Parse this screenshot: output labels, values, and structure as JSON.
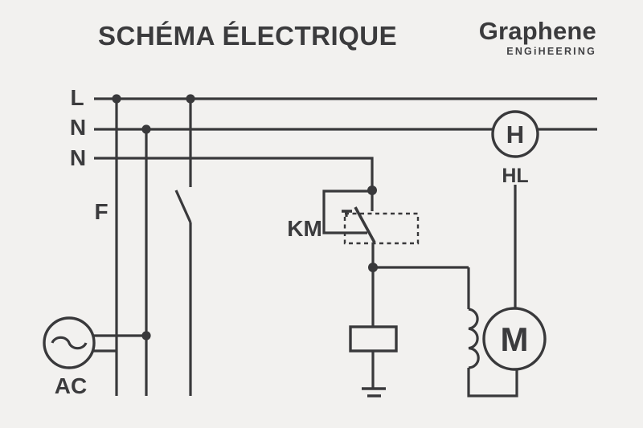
{
  "page": {
    "colors": {
      "bg": "#f2f1ef",
      "line": "#39393b",
      "text": "#3b3b3d"
    }
  },
  "header": {
    "title": "SCHÉMA ÉLECTRIQUE",
    "logo": {
      "name": "Graphene",
      "subtitle": "ENGiHEERING"
    }
  },
  "diagram": {
    "bus_labels": [
      "L",
      "N",
      "N"
    ],
    "labels": {
      "fuse": "F",
      "contactor": "KM",
      "source": "AC",
      "lamp": "H",
      "lamp_ref": "HL",
      "motor": "M"
    }
  }
}
